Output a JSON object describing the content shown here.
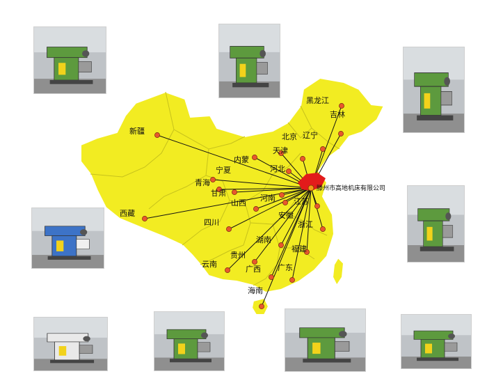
{
  "colors": {
    "land": "#f2ec22",
    "land_edge": "#ffffff",
    "province_border": "#c7c21c",
    "route_line": "#111111",
    "city_dot": "#e8582d",
    "hub_highlight": "#e21b1b",
    "hub_dot": "#f39a18",
    "machine_green": "#5d9a3e",
    "machine_blue": "#3d73c7"
  },
  "map": {
    "company_label": "滕州市高地机床有限公司",
    "provinces": [
      {
        "id": "heilongjiang",
        "label": "黑龙江"
      },
      {
        "id": "jilin",
        "label": "吉林"
      },
      {
        "id": "liaoning",
        "label": "辽宁"
      },
      {
        "id": "beijing",
        "label": "北京"
      },
      {
        "id": "tianjin",
        "label": "天津"
      },
      {
        "id": "xinjiang",
        "label": "新疆"
      },
      {
        "id": "neimeng",
        "label": "内蒙"
      },
      {
        "id": "ningxia",
        "label": "宁夏"
      },
      {
        "id": "hebei",
        "label": "河北"
      },
      {
        "id": "qinghai",
        "label": "青海"
      },
      {
        "id": "gansu",
        "label": "甘肃"
      },
      {
        "id": "henan",
        "label": "河南"
      },
      {
        "id": "shanxi",
        "label": "山西"
      },
      {
        "id": "jiangsu",
        "label": "江苏"
      },
      {
        "id": "xizang",
        "label": "西藏"
      },
      {
        "id": "anhui",
        "label": "安徽"
      },
      {
        "id": "sichuan",
        "label": "四川"
      },
      {
        "id": "zhejiang",
        "label": "浙江"
      },
      {
        "id": "hunan",
        "label": "湖南"
      },
      {
        "id": "fujian",
        "label": "福建"
      },
      {
        "id": "guizhou",
        "label": "贵州"
      },
      {
        "id": "yunnan",
        "label": "云南"
      },
      {
        "id": "guangxi",
        "label": "广西"
      },
      {
        "id": "guangdong",
        "label": "广东"
      },
      {
        "id": "hainan",
        "label": "海南"
      }
    ]
  },
  "photos": [
    {
      "id": "photo-top-left",
      "icon": "green-shaping-machine"
    },
    {
      "id": "photo-top-center",
      "icon": "workshop-machines"
    },
    {
      "id": "photo-top-right",
      "icon": "green-shaper-upright"
    },
    {
      "id": "photo-mid-left",
      "icon": "blue-white-shaper"
    },
    {
      "id": "photo-mid-right",
      "icon": "green-shaper-upright"
    },
    {
      "id": "photo-bottom-1",
      "icon": "white-shaper"
    },
    {
      "id": "photo-bottom-2",
      "icon": "green-shaping-machine"
    },
    {
      "id": "photo-bottom-3",
      "icon": "green-planer-workshop"
    },
    {
      "id": "photo-bottom-4",
      "icon": "green-shaper-upright"
    }
  ]
}
